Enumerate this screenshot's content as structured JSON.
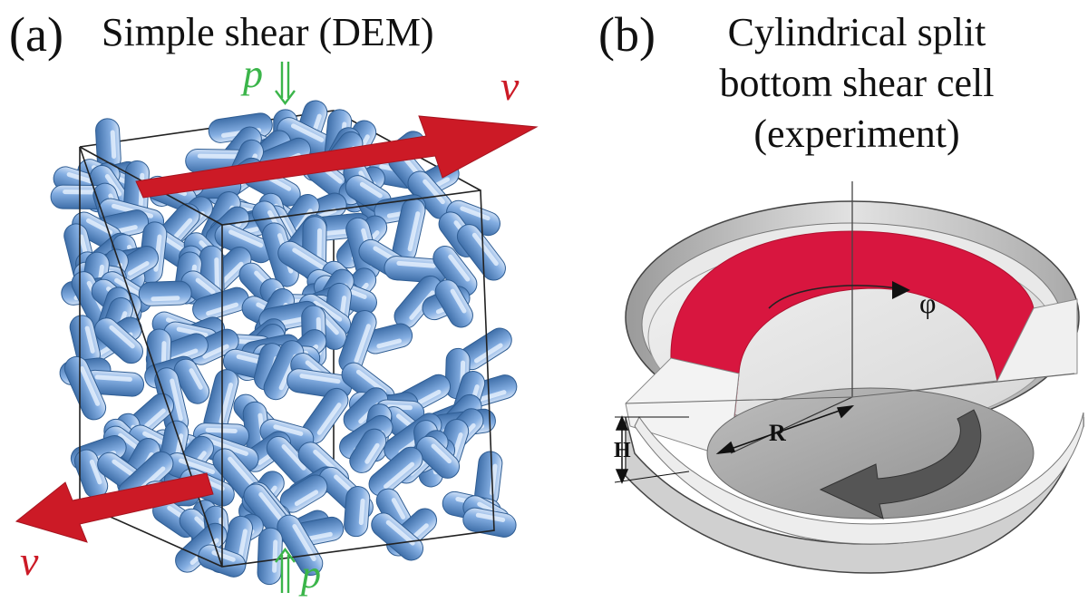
{
  "panel_a": {
    "label": "(a)",
    "title": "Simple shear (DEM)",
    "pressure_symbol": "p",
    "velocity_symbol": "v"
  },
  "panel_b": {
    "label": "(b)",
    "title_line1": "Cylindrical split",
    "title_line2": "bottom shear cell",
    "title_line3": "(experiment)",
    "angle_symbol": "φ",
    "radius_symbol": "R",
    "height_symbol": "H"
  },
  "colors": {
    "particle": "#6e9bd6",
    "velocity_arrow": "#cc1a26",
    "pressure": "#3bb54a",
    "shear_band": "#d8163f",
    "rotating_arrow": "#555555"
  },
  "icons": {
    "pressure_arrow": "double-arrow-icon",
    "velocity_arrow": "velocity-arrow-icon",
    "rotation_arrow": "rotation-arrow-icon"
  }
}
